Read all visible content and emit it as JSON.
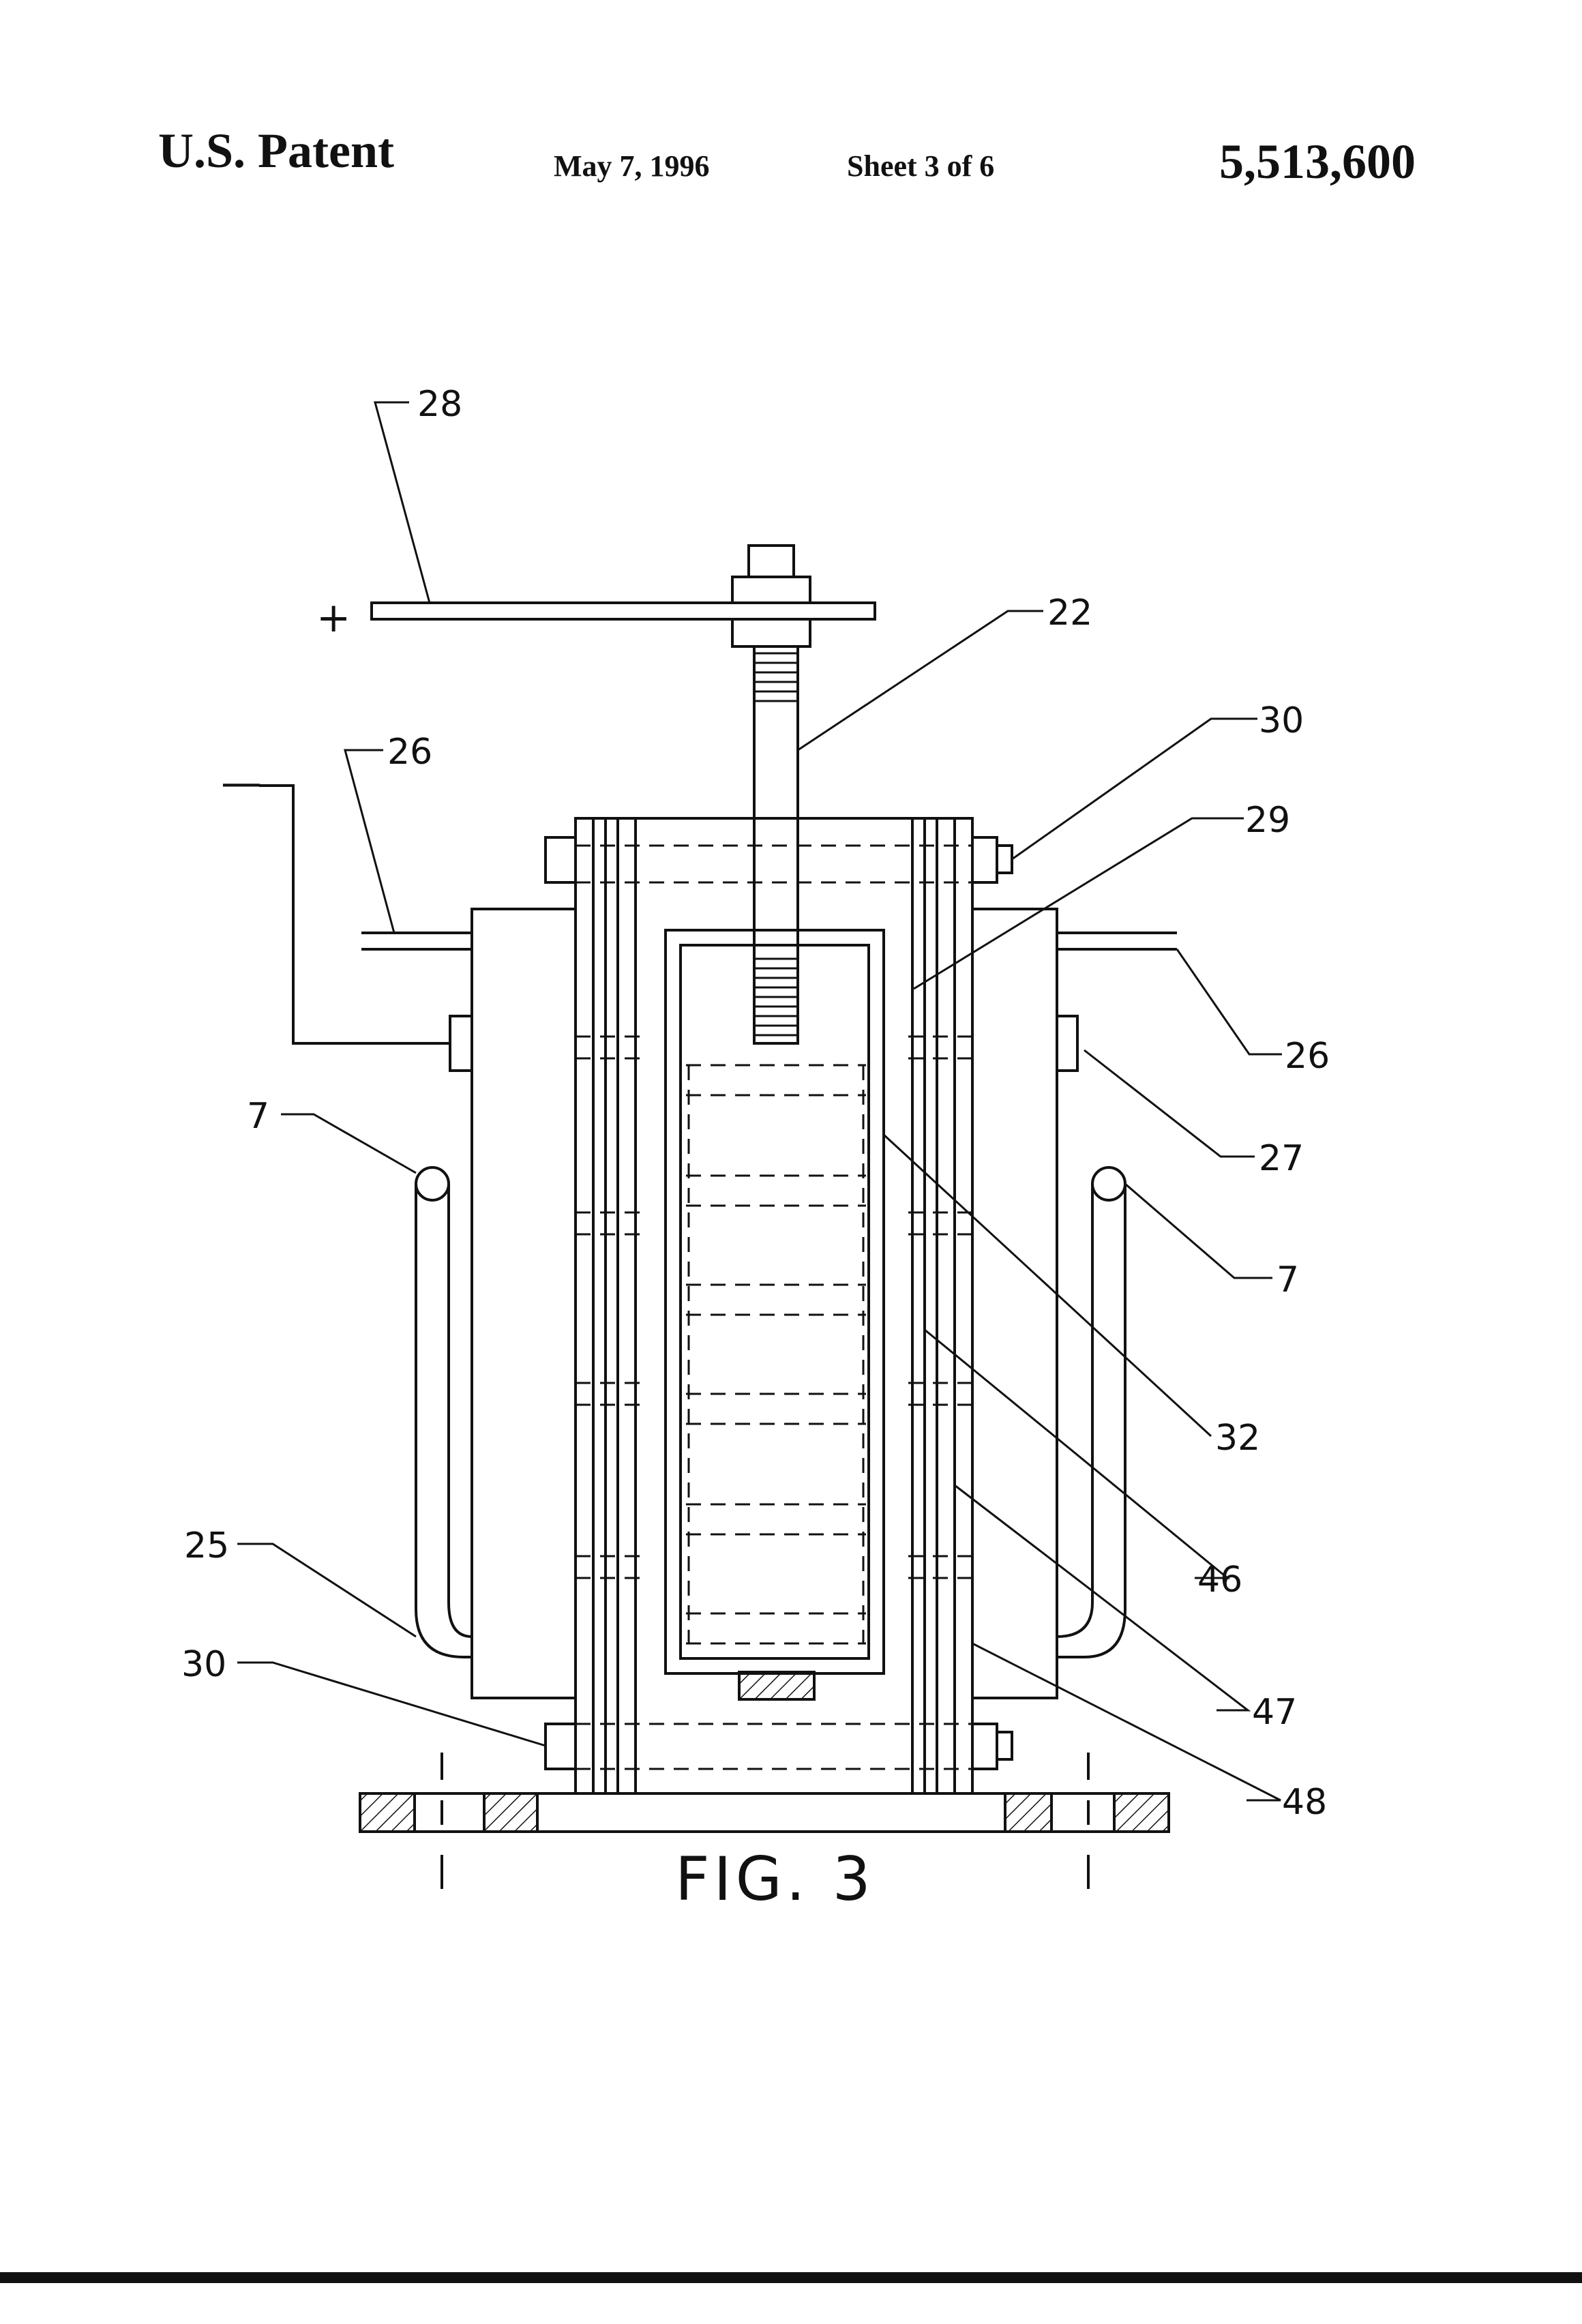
{
  "header": {
    "left": "U.S. Patent",
    "date": "May 7, 1996",
    "sheet": "Sheet 3 of 6",
    "number": "5,513,600"
  },
  "figure": {
    "caption": "FIG. 3",
    "symbols": {
      "plus": "+",
      "minus": "—"
    },
    "reference_numerals": {
      "r28": "28",
      "r22": "22",
      "r30a": "30",
      "r29": "29",
      "r26a": "26",
      "r26b": "26",
      "r27": "27",
      "r7a": "7",
      "r7b": "7",
      "r32": "32",
      "r46": "46",
      "r25": "25",
      "r30b": "30",
      "r47": "47",
      "r48": "48"
    }
  }
}
